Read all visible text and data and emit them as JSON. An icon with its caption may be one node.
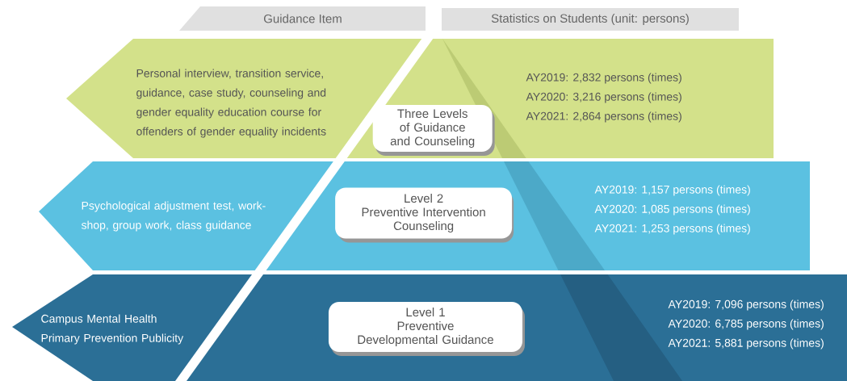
{
  "diagram": {
    "nodes": [
      {
        "text": [
          "Guidance Item"
        ]
      },
      {
        "text": [
          "Statistics on Students (unit: persons)"
        ]
      },
      {
        "text": [
          "Personal interview, transition service, guidance, case study, counseling and gender equality education course for offenders of gender equality incidents"
        ]
      },
      {
        "text": [
          "Three Levels of Guidance and Counseling"
        ],
        "in": 4
      },
      {
        "text": [
          "AY2019: 2,832 persons (times)",
          "AY2020: 3,216 persons (times)",
          "AY2021: 2,864 persons (times)"
        ]
      },
      {
        "text": [
          "Psychological adjustment test, work-shop, group work, class guidance"
        ]
      },
      {
        "text": [
          "Level 2",
          "Preventive Intervention Counseling"
        ],
        "in": 7
      },
      {
        "text": [
          "AY2019: 1,157 persons (times)",
          "AY2020: 1,085 persons (times)",
          "AY2021: 1,253 persons (times)"
        ]
      },
      {
        "text": [
          "Campus Mental Health Primary Prevention Publicity"
        ]
      },
      {
        "text": [
          "Level 1",
          "Preventive Developmental Guidance"
        ],
        "in": 10
      },
      {
        "text": [
          "AY2019: 7,096 persons (times)",
          "AY2020: 6,785 persons (times)",
          "AY2021: 5,881 persons (times)"
        ]
      }
    ]
  }
}
